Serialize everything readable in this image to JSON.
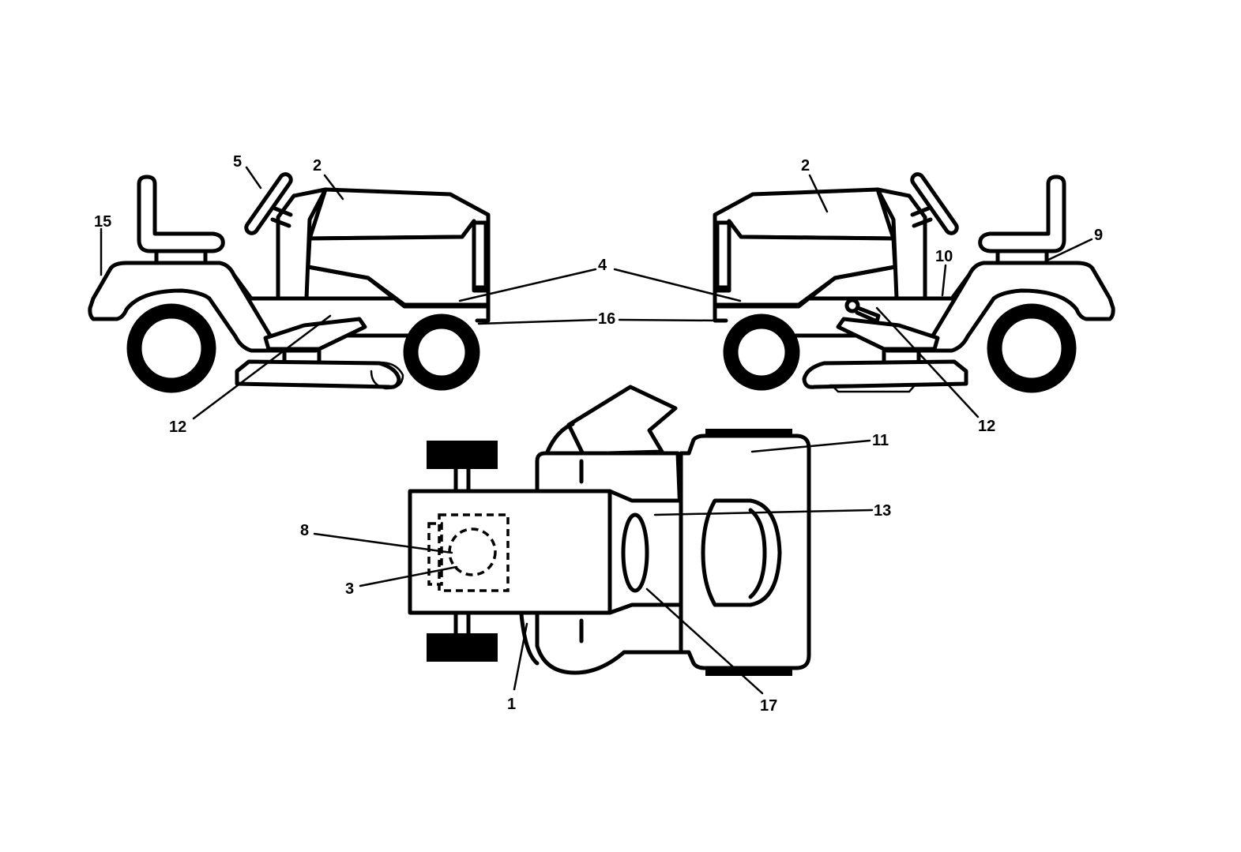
{
  "callouts": {
    "c1": "1",
    "c2_left": "2",
    "c2_right": "2",
    "c3": "3",
    "c4": "4",
    "c5": "5",
    "c8": "8",
    "c9": "9",
    "c10": "10",
    "c11": "11",
    "c12_left": "12",
    "c12_right": "12",
    "c13": "13",
    "c15": "15",
    "c16": "16",
    "c17": "17"
  }
}
